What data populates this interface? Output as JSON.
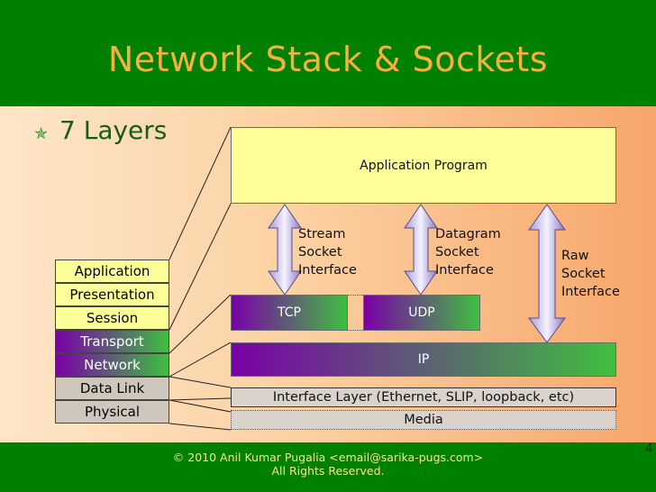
{
  "slide": {
    "title": "Network Stack & Sockets",
    "bullet": "7 Layers",
    "page_number": "4",
    "footer_line1": "© 2010 Anil Kumar Pugalia <email@sarika-pugs.com>",
    "footer_line2": "All Rights Reserved."
  },
  "osi_layers": [
    {
      "label": "Application",
      "color": "#ffff99"
    },
    {
      "label": "Presentation",
      "color": "#ffff99"
    },
    {
      "label": "Session",
      "color": "#ffff99"
    },
    {
      "label": "Transport",
      "color": "#7a00a8"
    },
    {
      "label": "Network",
      "color": "#7a00a8"
    },
    {
      "label": "Data Link",
      "color": "#cfc7bc"
    },
    {
      "label": "Physical",
      "color": "#cfc7bc"
    }
  ],
  "stack": {
    "application_program": "Application Program",
    "tcp": "TCP",
    "udp": "UDP",
    "ip": "IP",
    "interface_layer": "Interface Layer (Ethernet, SLIP, loopback, etc)",
    "media": "Media"
  },
  "interfaces": {
    "stream": "Stream\nSocket\nInterface",
    "datagram": "Datagram\nSocket\nInterface",
    "raw": "Raw\nSocket\nInterface"
  },
  "colors": {
    "title_bar": "#008000",
    "title_text": "#f5b13c",
    "footer_text": "#fbe28a",
    "light_yellow": "#ffff99",
    "purple": "#7a00a8",
    "green": "#33cc33"
  }
}
